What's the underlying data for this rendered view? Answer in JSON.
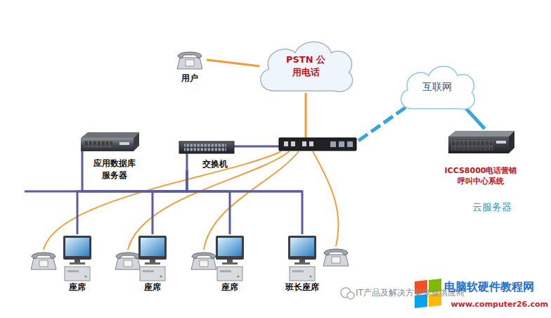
{
  "diagram": {
    "nodes": [
      {
        "text": [
          "用户"
        ]
      },
      {
        "text": [
          "PSTN 公用电话"
        ]
      },
      {
        "text": [
          "互联网"
        ]
      },
      {
        "text": [
          "应用数据库 服务器"
        ]
      },
      {
        "text": [
          "交换机"
        ]
      },
      {
        "text": [
          "ICCS8000电话营销呼叫中心系统"
        ]
      },
      {
        "text": [
          "座席"
        ]
      },
      {
        "text": [
          "座席"
        ]
      },
      {
        "text": [
          "座席"
        ]
      },
      {
        "text": [
          "班长座席"
        ]
      }
    ],
    "edges": [
      {
        "from": 0,
        "to": 1,
        "arrow": "none"
      },
      {
        "from": 2,
        "to": 5,
        "arrow": "none"
      },
      {
        "from": 4,
        "to": 3,
        "arrow": "none"
      },
      {
        "from": 4,
        "to": 6,
        "arrow": "none"
      },
      {
        "from": 4,
        "to": 7,
        "arrow": "none"
      },
      {
        "from": 4,
        "to": 8,
        "arrow": "none"
      },
      {
        "from": 4,
        "to": 9,
        "arrow": "none"
      }
    ],
    "labels": [
      "云服务器",
      "IT产品及解决方案专业供应商",
      "电脑软硬件教程网",
      "www.computer26.com"
    ]
  }
}
